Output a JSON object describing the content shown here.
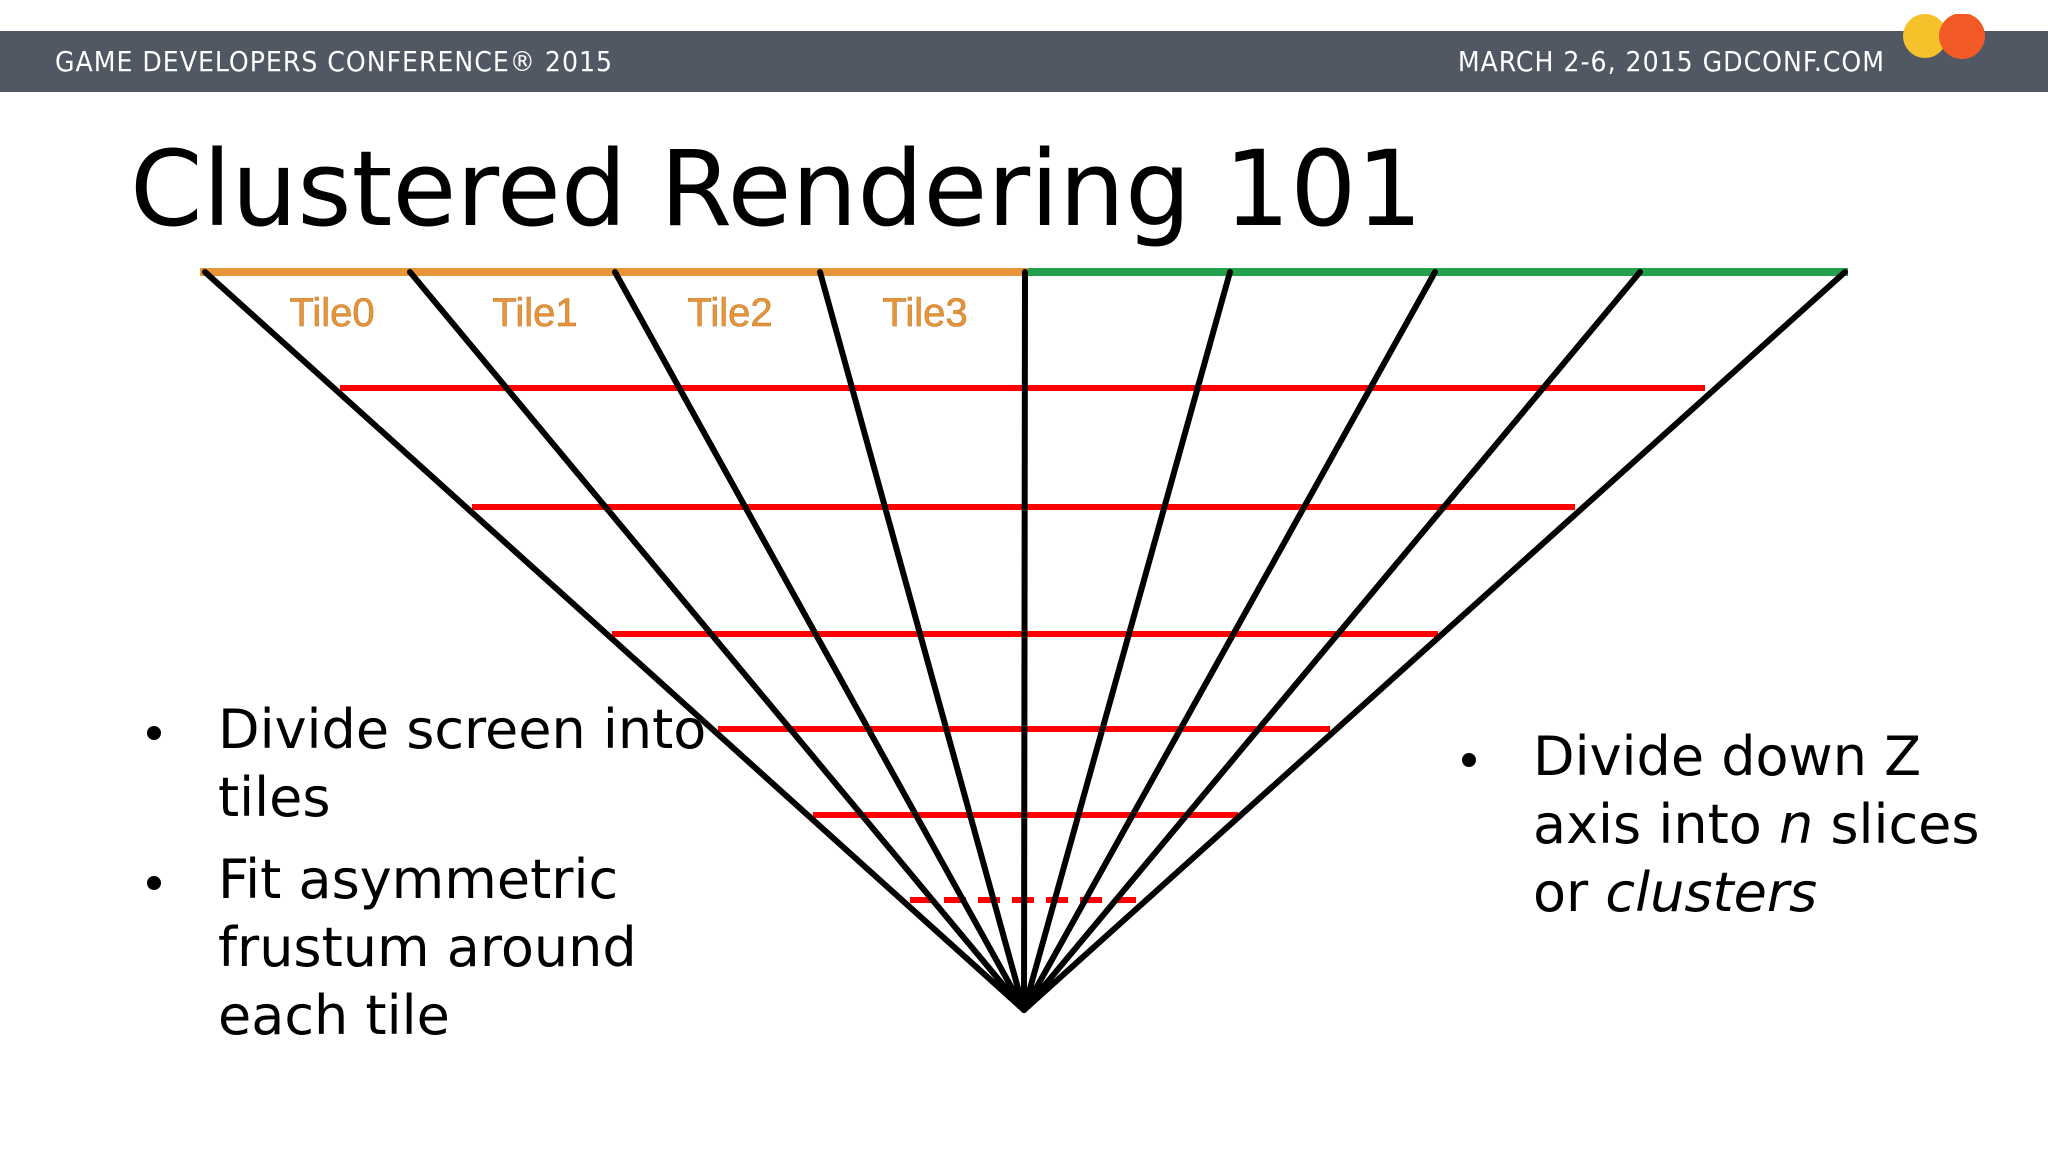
{
  "header": {
    "left_text": "GAME DEVELOPERS CONFERENCE® 2015",
    "right_text": "MARCH 2-6, 2015  GDCONF.COM",
    "logo_icon": "gdc-circles-logo"
  },
  "slide": {
    "title": "Clustered Rendering 101"
  },
  "diagram": {
    "tile_labels": [
      "Tile0",
      "Tile1",
      "Tile2",
      "Tile3"
    ],
    "colors": {
      "tiles": "#e8953a",
      "screen_line": "#23a04b",
      "slices": "#ff0000",
      "frustum_lines": "#000000"
    }
  },
  "bullets": {
    "left": [
      "Divide screen into tiles",
      "Fit asymmetric frustum around each tile"
    ],
    "right": {
      "before": "Divide down Z axis into ",
      "n": "n",
      "middle": " slices or ",
      "clusters": "clusters"
    }
  }
}
